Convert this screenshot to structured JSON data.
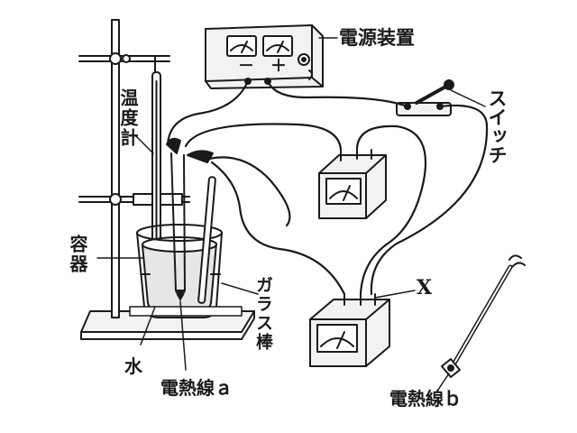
{
  "labels": {
    "power_supply": "電源装置",
    "thermometer": "温度計",
    "switch": "スイッチ",
    "container": "容器",
    "glass_rod": "ガラス棒",
    "meter_x": "X",
    "water": "水",
    "heater_a": "電熱線ａ",
    "heater_b": "電熱線ｂ"
  },
  "power_supply_terminals": {
    "minus": "－",
    "plus": "＋"
  },
  "icons": [
    "power-supply-icon",
    "thermometer-icon",
    "switch-icon",
    "meter-icon",
    "beaker-icon",
    "glass-rod-icon",
    "heating-wire-icon",
    "stand-icon"
  ],
  "colors": {
    "ink": "#1a1a1a",
    "device_fill": "#f2f2f2",
    "water_fill": "#e6e6e6",
    "background": "#ffffff"
  }
}
